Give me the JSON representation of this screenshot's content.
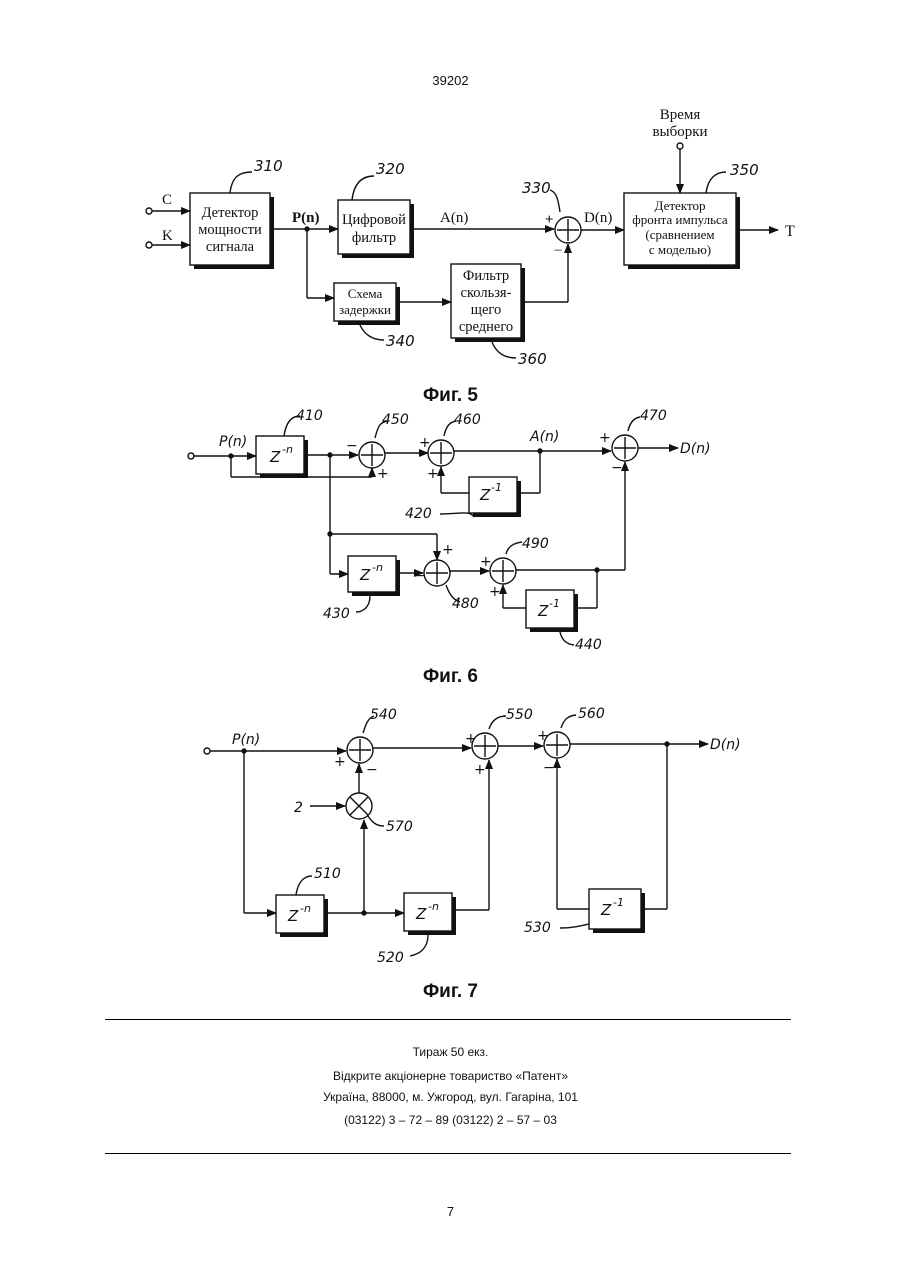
{
  "header": {
    "doc_number": "39202"
  },
  "fig5": {
    "caption": "Фиг. 5",
    "input_c": "C",
    "input_k": "K",
    "block_310": {
      "ref": "310",
      "lines": [
        "Детектор",
        "мощности",
        "сигнала"
      ]
    },
    "signal_pn": "P(n)",
    "block_320": {
      "ref": "320",
      "lines": [
        "Цифровой",
        "фильтр"
      ]
    },
    "signal_an": "A(n)",
    "sum_330": {
      "ref": "330",
      "plus": "+",
      "minus": "−"
    },
    "signal_dn": "D(n)",
    "sample_time": {
      "lines": [
        "Время",
        "выборки"
      ]
    },
    "block_350": {
      "ref": "350",
      "lines": [
        "Детектор",
        "фронта импульса",
        "(сравнением",
        "с моделью)"
      ]
    },
    "output_t": "T",
    "block_340": {
      "ref": "340",
      "lines": [
        "Схема",
        "задержки"
      ]
    },
    "block_360": {
      "ref": "360",
      "lines": [
        "Фильтр",
        "скользя-",
        "щего",
        "среднего"
      ]
    }
  },
  "fig6": {
    "caption": "Фиг. 6",
    "input": "P(n)",
    "block_410": {
      "ref": "410",
      "label": "Z",
      "exp": "-n"
    },
    "sum_450": {
      "ref": "450",
      "minus": "−",
      "plus": "+"
    },
    "sum_460": {
      "ref": "460",
      "plus1": "+",
      "plus2": "+"
    },
    "signal_an": "A(n)",
    "sum_470": {
      "ref": "470",
      "plus": "+",
      "minus": "−"
    },
    "output": "D(n)",
    "block_420": {
      "ref": "420",
      "label": "Z",
      "exp": "-1"
    },
    "block_430": {
      "ref": "430",
      "label": "Z",
      "exp": "-n"
    },
    "sum_480": {
      "ref": "480",
      "plus": "+",
      "minus": "−"
    },
    "sum_490": {
      "ref": "490",
      "plus1": "+",
      "plus2": "+"
    },
    "block_440": {
      "ref": "440",
      "label": "Z",
      "exp": "-1"
    }
  },
  "fig7": {
    "caption": "Фиг. 7",
    "input": "P(n)",
    "sum_540": {
      "ref": "540",
      "plus": "+",
      "minus": "−"
    },
    "sum_550": {
      "ref": "550",
      "plus1": "+",
      "plus2": "+"
    },
    "sum_560": {
      "ref": "560",
      "plus": "+",
      "minus": "−"
    },
    "output": "D(n)",
    "gain": "2",
    "mult_570": {
      "ref": "570"
    },
    "block_510": {
      "ref": "510",
      "label": "Z",
      "exp": "-n"
    },
    "block_520": {
      "ref": "520",
      "label": "Z",
      "exp": "-n"
    },
    "block_530": {
      "ref": "530",
      "label": "Z",
      "exp": "-1"
    }
  },
  "footer": {
    "circulation": "Тираж 50 екз.",
    "publisher": "Відкрите акціонерне товариство «Патент»",
    "address": "Україна, 88000, м. Ужгород, вул. Гагаріна, 101",
    "phones": "(03122) 3 – 72 – 89   (03122) 2 – 57 – 03",
    "page_number": "7"
  }
}
